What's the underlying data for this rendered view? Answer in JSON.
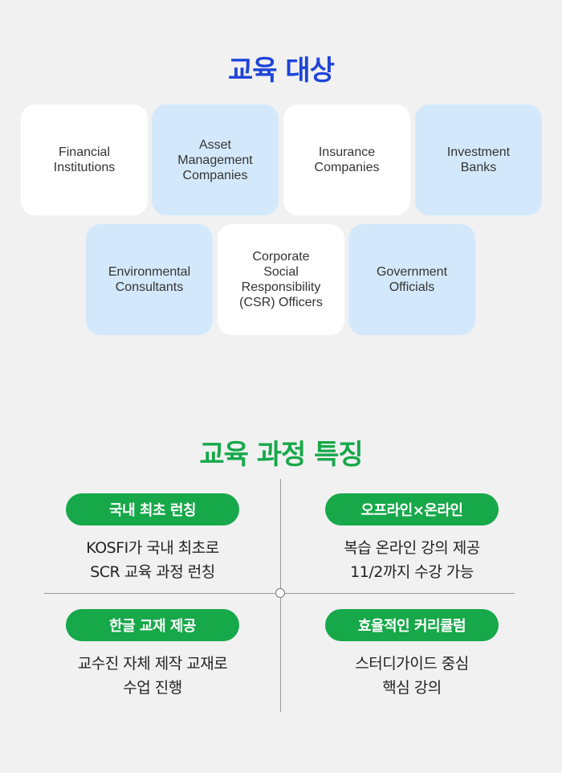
{
  "audience": {
    "title": "교육 대상",
    "cards": [
      "Financial\nInstitutions",
      "Asset\nManagement\nCompanies",
      "Insurance\nCompanies",
      "Investment\nBanks",
      "Environmental\nConsultants",
      "Corporate\nSocial\nResponsibility\n(CSR) Officers",
      "Government\nOfficials"
    ]
  },
  "features": {
    "title": "교육 과정 특징",
    "items": [
      {
        "badge": "국내 최초 런칭",
        "line1": "KOSFI가 국내 최초로",
        "line2": "SCR 교육 과정 런칭"
      },
      {
        "badge": "오프라인×온라인",
        "line1": "복습 온라인 강의 제공",
        "line2": "11/2까지 수강 가능"
      },
      {
        "badge": "한글 교재 제공",
        "line1": "교수진 자체 제작 교재로",
        "line2": "수업 진행"
      },
      {
        "badge": "효율적인 커리큘럼",
        "line1": "스터디가이드 중심",
        "line2": "핵심 강의"
      }
    ]
  },
  "colors": {
    "blue_title": "#1f45d8",
    "green": "#17a84a",
    "card_blue": "#d3e9fb",
    "card_white": "#ffffff",
    "background": "#f1f1f2"
  }
}
